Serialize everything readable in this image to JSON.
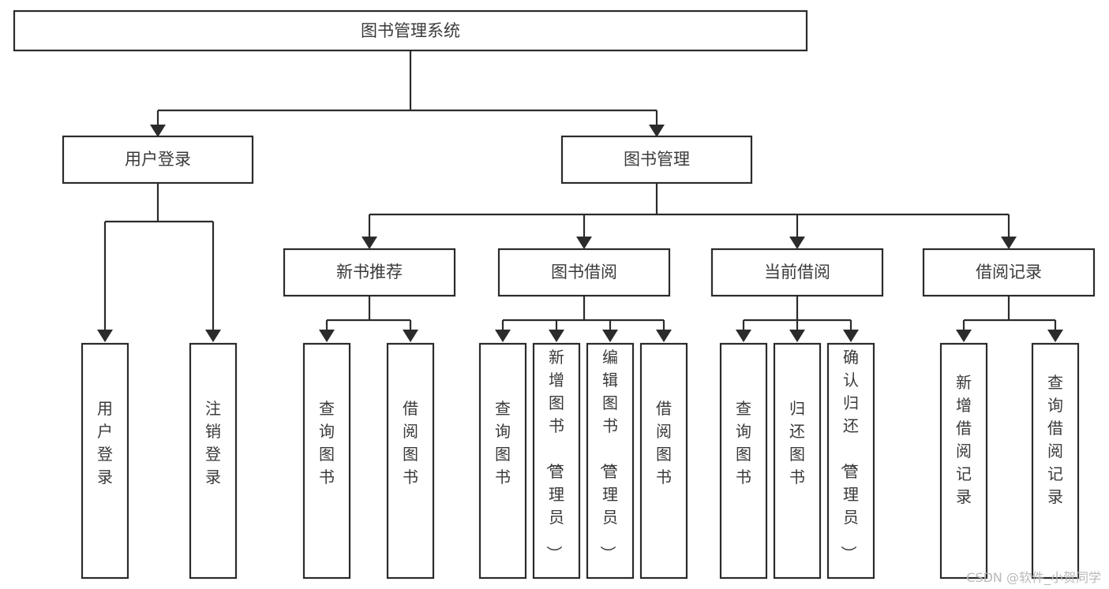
{
  "diagram": {
    "title": "图书管理系统",
    "type": "hierarchy-tree",
    "orientation": "top-down",
    "colors": {
      "background": "#ffffff",
      "box_fill": "#ffffff",
      "box_stroke": "#2b2b2b",
      "text": "#3a3a3a",
      "watermark": "#b9b9b9"
    },
    "levels": [
      {
        "level": 1,
        "nodes": [
          {
            "id": "root",
            "label": "图书管理系统",
            "text_orientation": "horizontal"
          }
        ]
      },
      {
        "level": 2,
        "nodes": [
          {
            "id": "user-login",
            "label": "用户登录",
            "parent": "root",
            "text_orientation": "horizontal"
          },
          {
            "id": "book-manage",
            "label": "图书管理",
            "parent": "root",
            "text_orientation": "horizontal"
          }
        ]
      },
      {
        "level": 3,
        "nodes": [
          {
            "id": "new-book-rec",
            "label": "新书推荐",
            "parent": "book-manage",
            "text_orientation": "horizontal"
          },
          {
            "id": "book-borrow",
            "label": "图书借阅",
            "parent": "book-manage",
            "text_orientation": "horizontal"
          },
          {
            "id": "current-borrow",
            "label": "当前借阅",
            "parent": "book-manage",
            "text_orientation": "horizontal"
          },
          {
            "id": "borrow-record",
            "label": "借阅记录",
            "parent": "book-manage",
            "text_orientation": "horizontal"
          }
        ]
      },
      {
        "level": 4,
        "nodes": [
          {
            "id": "leaf-user-login",
            "label": "用户登录",
            "parent": "user-login",
            "text_orientation": "vertical"
          },
          {
            "id": "leaf-logout",
            "label": "注销登录",
            "parent": "user-login",
            "text_orientation": "vertical"
          },
          {
            "id": "leaf-query-book-1",
            "label": "查询图书",
            "parent": "new-book-rec",
            "text_orientation": "vertical"
          },
          {
            "id": "leaf-borrow-book-1",
            "label": "借阅图书",
            "parent": "new-book-rec",
            "text_orientation": "vertical"
          },
          {
            "id": "leaf-query-book-2",
            "label": "查询图书",
            "parent": "book-borrow",
            "text_orientation": "vertical"
          },
          {
            "id": "leaf-add-book",
            "label": "新增图书（管理员）",
            "parent": "book-borrow",
            "text_orientation": "vertical"
          },
          {
            "id": "leaf-edit-book",
            "label": "编辑图书（管理员）",
            "parent": "book-borrow",
            "text_orientation": "vertical"
          },
          {
            "id": "leaf-borrow-book-2",
            "label": "借阅图书",
            "parent": "book-borrow",
            "text_orientation": "vertical"
          },
          {
            "id": "leaf-query-book-3",
            "label": "查询图书",
            "parent": "current-borrow",
            "text_orientation": "vertical"
          },
          {
            "id": "leaf-return-book",
            "label": "归还图书",
            "parent": "current-borrow",
            "text_orientation": "vertical"
          },
          {
            "id": "leaf-confirm-return",
            "label": "确认归还（管理员）",
            "parent": "current-borrow",
            "text_orientation": "vertical"
          },
          {
            "id": "leaf-add-record",
            "label": "新增借阅记录",
            "parent": "borrow-record",
            "text_orientation": "vertical"
          },
          {
            "id": "leaf-query-record",
            "label": "查询借阅记录",
            "parent": "borrow-record",
            "text_orientation": "vertical"
          }
        ]
      }
    ]
  },
  "watermark": {
    "text": "CSDN @软件_小贺同学"
  }
}
